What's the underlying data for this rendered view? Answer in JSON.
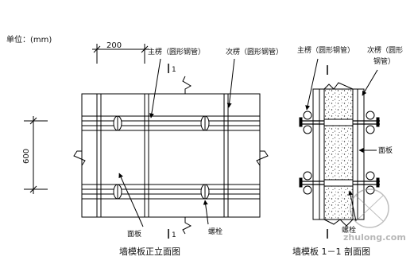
{
  "unit_label": "单位：(mm)",
  "elevation": {
    "dim_top": "200",
    "dim_left": "600",
    "label_main": "主楞（圆形钢管）",
    "label_sec": "次楞（圆形钢管）",
    "label_panel": "面板",
    "label_bolt": "螺栓",
    "section_mark": "1",
    "caption": "墙模板正立面图"
  },
  "section": {
    "label_main": "主楞（圆形钢管）",
    "label_sec_line1": "次楞（圆形",
    "label_sec_line2": "钢管）",
    "label_panel": "面板",
    "label_bolt": "螺栓",
    "caption": "墙模板 1－1 剖面图"
  },
  "watermark": "zhulong.com"
}
